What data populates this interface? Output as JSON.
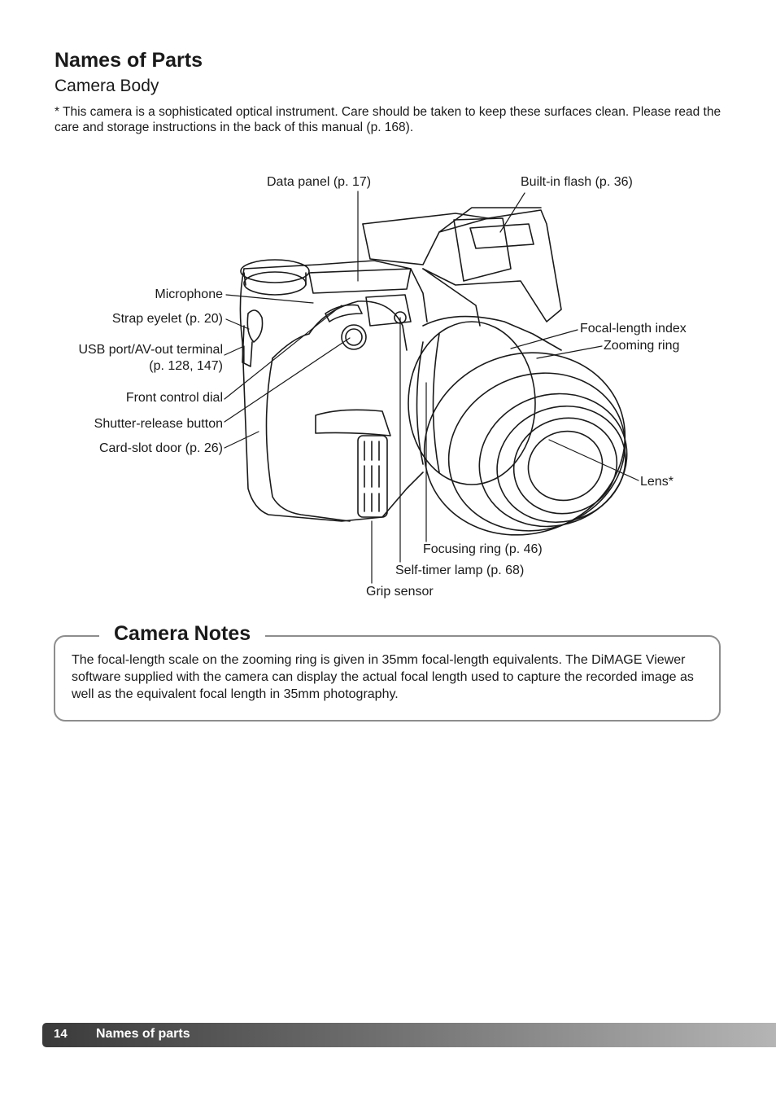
{
  "header": {
    "title": "Names of Parts",
    "subtitle": "Camera Body",
    "intro": "* This camera is a sophisticated optical instrument. Care should be taken to keep these surfaces clean. Please read the care and storage instructions in the back of this manual (p. 168)."
  },
  "labels": {
    "data_panel": "Data panel (p. 17)",
    "flash": "Built-in flash (p. 36)",
    "microphone": "Microphone",
    "strap_eyelet": "Strap eyelet (p. 20)",
    "usb_line1": "USB port/AV-out terminal",
    "usb_line2": "(p. 128, 147)",
    "front_dial": "Front control dial",
    "shutter": "Shutter-release button",
    "card_slot": "Card-slot door (p. 26)",
    "focal_index": "Focal-length index",
    "zooming_ring": "Zooming ring",
    "lens": "Lens*",
    "focusing_ring": "Focusing ring (p. 46)",
    "self_timer": "Self-timer lamp (p. 68)",
    "grip_sensor": "Grip sensor"
  },
  "notes": {
    "title": "Camera Notes",
    "text": "The focal-length scale on the zooming ring is given in 35mm focal-length equivalents. The DiMAGE Viewer software supplied with the camera can display the actual focal length used to capture the recorded image as well as the equivalent focal length in 35mm photography."
  },
  "footer": {
    "page_number": "14",
    "section": "Names of parts"
  }
}
